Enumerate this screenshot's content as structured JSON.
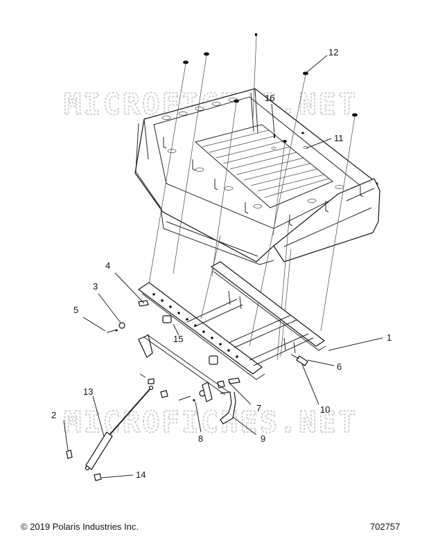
{
  "watermark": {
    "upper": "MICROFICHES.NET",
    "lower": "MICROFICHES.NET"
  },
  "callouts": {
    "c1": "1",
    "c2": "2",
    "c3": "3",
    "c4": "4",
    "c5": "5",
    "c6": "6",
    "c7": "7",
    "c8": "8",
    "c9": "9",
    "c10": "10",
    "c11": "11",
    "c12": "12",
    "c13": "13",
    "c14": "14",
    "c15": "15",
    "c16": "16"
  },
  "footer": {
    "copyright": "© 2019 Polaris Industries Inc.",
    "diagram_number": "702757"
  }
}
